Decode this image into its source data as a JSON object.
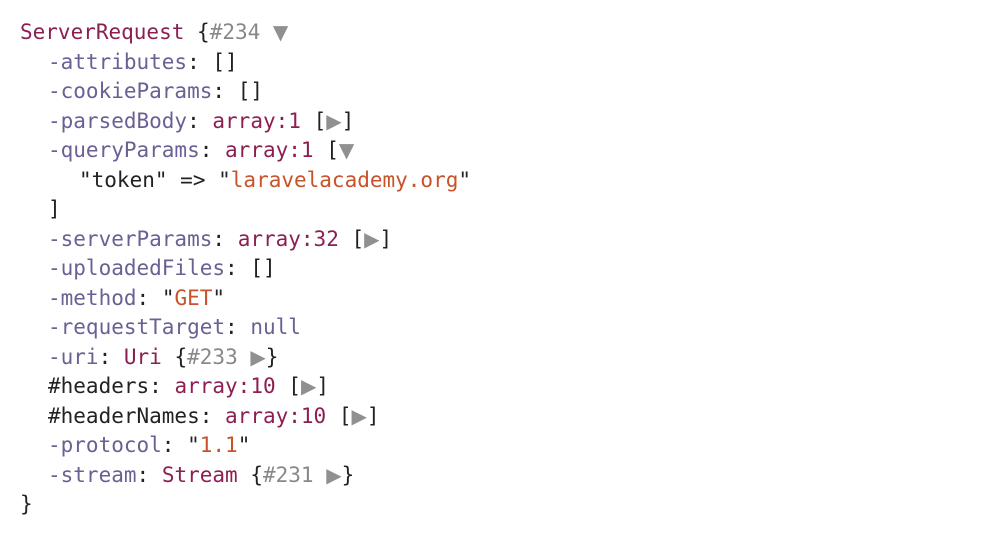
{
  "root": {
    "class": "ServerRequest",
    "ref": "#234",
    "open_brace": "{",
    "close_brace": "}",
    "toggle_expanded": "▼",
    "toggle_collapsed": "▶"
  },
  "props": {
    "attributes": {
      "name": "-attributes",
      "value": "[]"
    },
    "cookieParams": {
      "name": "-cookieParams",
      "value": "[]"
    },
    "parsedBody": {
      "name": "-parsedBody",
      "type": "array:1",
      "open": "[",
      "close": "]"
    },
    "queryParams": {
      "name": "-queryParams",
      "type": "array:1",
      "open": "[",
      "close": "]",
      "item_key": "\"token\"",
      "item_arrow": "=>",
      "item_value_quote": "\"",
      "item_value": "laravelacademy.org"
    },
    "serverParams": {
      "name": "-serverParams",
      "type": "array:32",
      "open": "[",
      "close": "]"
    },
    "uploadedFiles": {
      "name": "-uploadedFiles",
      "value": "[]"
    },
    "method": {
      "name": "-method",
      "quote": "\"",
      "value": "GET"
    },
    "requestTarget": {
      "name": "-requestTarget",
      "value": "null"
    },
    "uri": {
      "name": "-uri",
      "class": "Uri",
      "open": "{",
      "ref": "#233",
      "close": "}"
    },
    "headers": {
      "name": "#headers",
      "type": "array:10",
      "open": "[",
      "close": "]"
    },
    "headerNames": {
      "name": "#headerNames",
      "type": "array:10",
      "open": "[",
      "close": "]"
    },
    "protocol": {
      "name": "-protocol",
      "quote": "\"",
      "value": "1.1"
    },
    "stream": {
      "name": "-stream",
      "class": "Stream",
      "open": "{",
      "ref": "#231",
      "close": "}"
    }
  },
  "separator": ":"
}
